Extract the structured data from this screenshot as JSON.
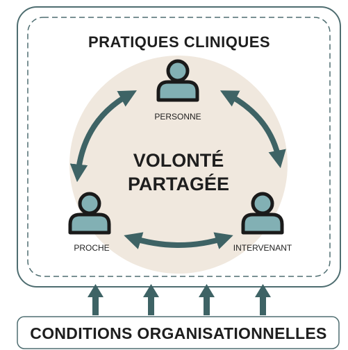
{
  "diagram": {
    "title": "PRATIQUES CLINIQUES",
    "center_lines": [
      "VOLONTÉ",
      "PARTAGÉE"
    ],
    "actors": {
      "top": "PERSONNE",
      "left": "PROCHE",
      "right": "INTERVENANT"
    },
    "footer": "CONDITIONS ORGANISATIONNELLES"
  },
  "colors": {
    "frame": "#4e6d70",
    "circle": "#f0e8de",
    "arrow": "#3e6365",
    "person_fill": "#82b0b4",
    "person_outline": "#1a1a1a",
    "support_arrow": "#3e6365"
  },
  "icons": [
    "person-icon",
    "bidirectional-arrow-icon",
    "up-arrow-icon"
  ]
}
